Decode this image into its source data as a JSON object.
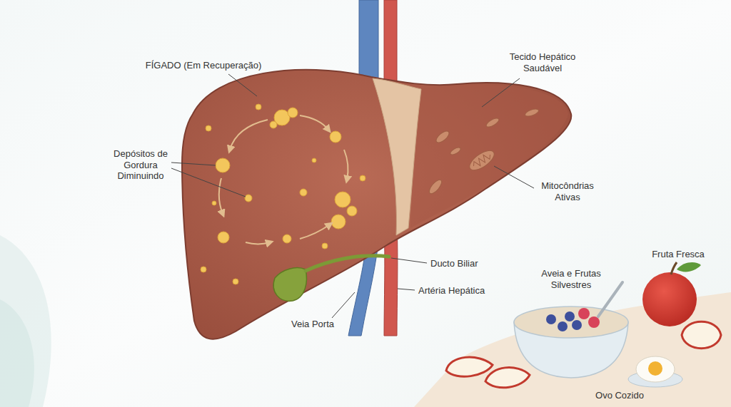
{
  "diagram": {
    "labels": [
      "FÍGADO (Em Recuperação)",
      "Tecido Hepático Saudável",
      "Depósitos de Gordura Diminuindo",
      "Mitocôndrias Ativas",
      "Fruta Fresca",
      "Ducto Biliar",
      "Aveia e Frutas Silvestres",
      "Artéria Hepática",
      "Veia Porta",
      "Ovo Cozido"
    ]
  }
}
